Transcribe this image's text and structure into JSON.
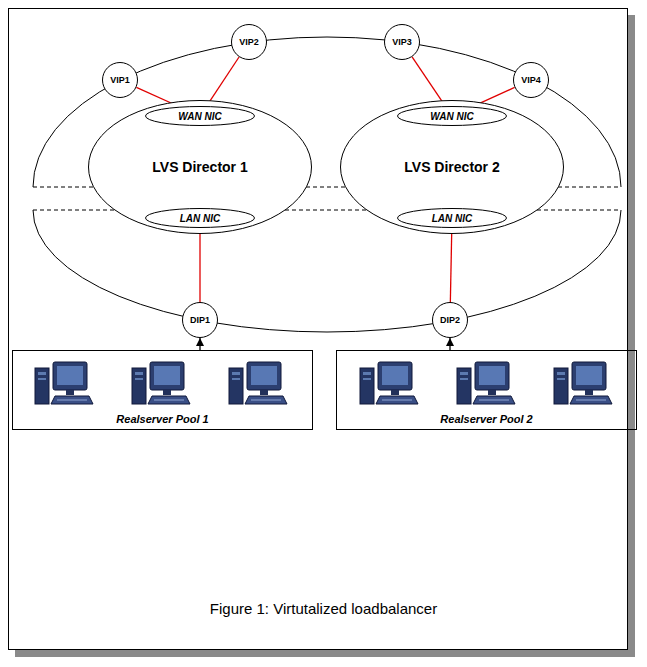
{
  "diagram": {
    "caption": "Figure 1: Virtutalized loadbalancer",
    "nodes": [
      {
        "text": [
          "VIP1"
        ]
      },
      {
        "text": [
          "VIP2"
        ]
      },
      {
        "text": [
          "VIP3"
        ]
      },
      {
        "text": [
          "VIP4"
        ]
      },
      {
        "text": [
          "LVS Director 1"
        ]
      },
      {
        "text": [
          "WAN NIC"
        ],
        "in": 4
      },
      {
        "text": [
          "LAN NIC"
        ],
        "in": 4
      },
      {
        "text": [
          "LVS Director 2"
        ]
      },
      {
        "text": [
          "WAN NIC"
        ],
        "in": 7
      },
      {
        "text": [
          "LAN NIC"
        ],
        "in": 7
      },
      {
        "text": [
          "DIP1"
        ]
      },
      {
        "text": [
          "DIP2"
        ]
      },
      {
        "text": [
          "Realserver Pool 1"
        ]
      },
      {
        "text": [
          "Realserver Pool 2"
        ]
      }
    ],
    "edges": [
      {
        "from": 0,
        "to": 5,
        "arrow": "none"
      },
      {
        "from": 1,
        "to": 5,
        "arrow": "none"
      },
      {
        "from": 2,
        "to": 8,
        "arrow": "none"
      },
      {
        "from": 3,
        "to": 8,
        "arrow": "none"
      },
      {
        "from": 6,
        "to": 10,
        "arrow": "none"
      },
      {
        "from": 9,
        "to": 11,
        "arrow": "none"
      },
      {
        "from": 12,
        "to": 10,
        "arrow": "to"
      },
      {
        "from": 13,
        "to": 11,
        "arrow": "to"
      }
    ]
  }
}
